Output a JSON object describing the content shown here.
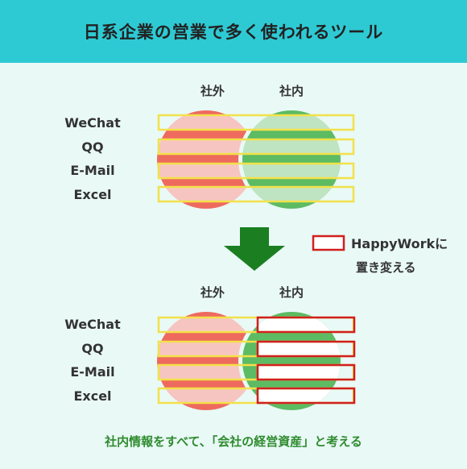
{
  "title": "日系企業の営業で多く使われるツール",
  "labels": {
    "external": "社外",
    "internal": "社内"
  },
  "tools": [
    "WeChat",
    "QQ",
    "E-Mail",
    "Excel"
  ],
  "legend": {
    "line1": "HappyWorkに",
    "line2": "置き変える"
  },
  "footer": "社内情報をすべて、「会社の経営資産」と考える",
  "colors": {
    "header": "#2ecad4",
    "background": "#e9f9f6",
    "external_circle": "#ee6a5e",
    "internal_circle": "#5cbb63",
    "band_highlight": "#f2e14a",
    "replace_outline": "#d11f1f",
    "arrow": "#1b7f21",
    "footer_text": "#2e8b2e"
  }
}
